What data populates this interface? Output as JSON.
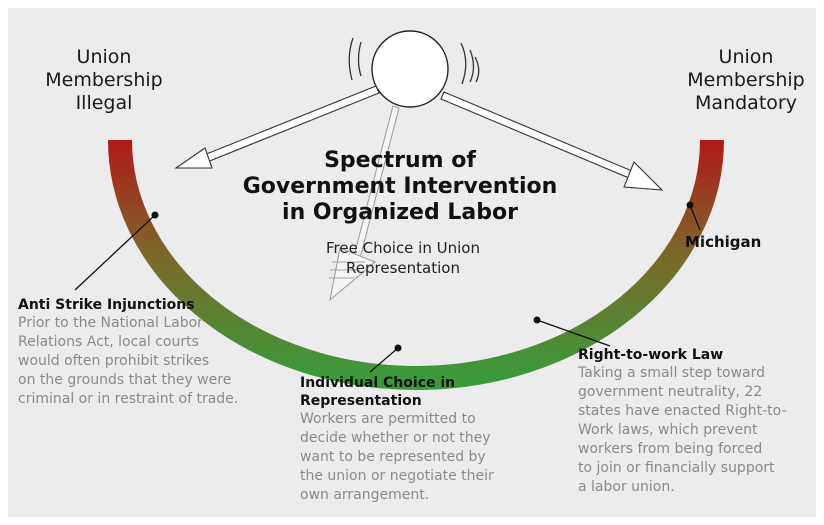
{
  "left_end": {
    "line1": "Union",
    "line2": "Membership",
    "line3": "Illegal"
  },
  "right_end": {
    "line1": "Union",
    "line2": "Membership",
    "line3": "Mandatory"
  },
  "title": {
    "line1": "Spectrum of",
    "line2": "Government Intervention",
    "line3": "in Organized Labor"
  },
  "subtitle": {
    "line1": "Free Choice in Union",
    "line2": "Representation"
  },
  "michigan": "Michigan",
  "anti_strike": {
    "heading": "Anti Strike Injunctions",
    "lines": [
      "Prior to the National Labor",
      "Relations Act, local courts",
      "would often prohibit strikes",
      "on the grounds that they were",
      "criminal or in restraint of trade."
    ]
  },
  "individual": {
    "heading1": "Individual Choice in",
    "heading2": "Representation",
    "lines": [
      "Workers are permitted to",
      "decide whether or not they",
      "want to be represented by",
      "the union or negotiate their",
      "own arrangement."
    ]
  },
  "rtw": {
    "heading": "Right-to-work Law",
    "lines": [
      "Taking a small step toward",
      "government neutrality, 22",
      "states have enacted Right-to-",
      "Work laws, which prevent",
      "workers from being forced",
      "to join or financially support",
      "a labor union."
    ]
  },
  "colors": {
    "panel": "#ececec",
    "arc_ends": "#b01a1a",
    "arc_middle": "#3a9a3a",
    "heading_text": "#111111",
    "body_text": "#8a8a8a"
  },
  "icons": {
    "pointer": "circle-with-motion-arcs-icon",
    "arrows": "hollow-arrow-icon"
  }
}
